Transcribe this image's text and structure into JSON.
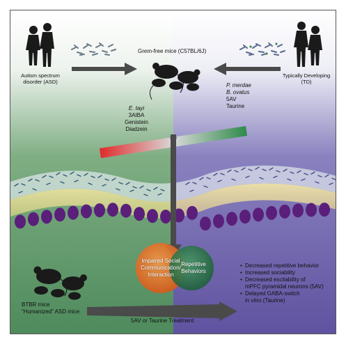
{
  "labels": {
    "asd_line1": "Autism spectrum",
    "asd_line2": "disorder (ASD)",
    "td_line1": "Typically Developing",
    "td_line2": "(TD)",
    "germfree": "Grem-free mice (C57BL/6J)",
    "btbr_line1": "BTBR mice",
    "btbr_line2": "“Humanized” ASD mice",
    "treatment": "5AV or Taurine Treatment"
  },
  "asd_factors": [
    "E. tayi",
    "3AIBA",
    "Genistein",
    "Diadzein"
  ],
  "td_factors": [
    "P. merdae",
    "B. ovatus",
    "5AV",
    "Taurine"
  ],
  "circles": {
    "left_line1": "Impaired Social",
    "left_line2": "Communication/",
    "left_line3": "Interaction",
    "right_line1": "Repetitive",
    "right_line2": "Behaviors"
  },
  "outcomes": [
    "Decreased repetitive behavior",
    "Increased sociability",
    "Decreased excitability of",
    "mPFC pyramidal neurons (5AV)",
    "Delayed GABA-switch",
    "in vitro (Taurine)"
  ],
  "colors": {
    "left_bg": "#4e8a5c",
    "right_bg": "#6a5aa6",
    "cell": "#5a1f7a",
    "circle_left": "#e36a22",
    "circle_right": "#2f7a4c",
    "arrow": "#4a4a4a"
  }
}
